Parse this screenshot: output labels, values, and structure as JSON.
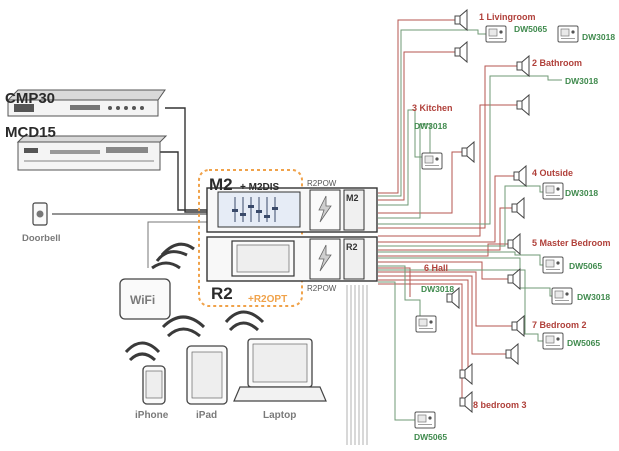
{
  "sources": {
    "cmp30": "CMP30",
    "mcd15": "MCD15",
    "doorbell": "Doorbell",
    "wifi": "WiFi",
    "iphone": "iPhone",
    "ipad": "iPad",
    "laptop": "Laptop"
  },
  "hub": {
    "m2": "M2",
    "m2_sub": "+ M2DIS",
    "r2": "R2",
    "r2_sub": "+R2OPT",
    "pow1": "R2POW",
    "pow2": "R2POW",
    "slot_m2": "M2",
    "slot_r2": "R2"
  },
  "rooms": [
    {
      "id": "livingroom",
      "label": "1 Livingroom"
    },
    {
      "id": "bathroom",
      "label": "2 Bathroom"
    },
    {
      "id": "kitchen",
      "label": "3 Kitchen"
    },
    {
      "id": "outside",
      "label": "4 Outside"
    },
    {
      "id": "master",
      "label": "5 Master Bedroom"
    },
    {
      "id": "hall",
      "label": "6 Hall"
    },
    {
      "id": "bedroom2",
      "label": "7 Bedroom 2"
    },
    {
      "id": "bedroom3",
      "label": "8 bedroom 3"
    }
  ],
  "panels": [
    {
      "label": "DW5065"
    },
    {
      "label": "DW3018"
    },
    {
      "label": "DW3018"
    },
    {
      "label": "DW3018"
    },
    {
      "label": "DW3018"
    },
    {
      "label": "DW5065"
    },
    {
      "label": "DW3018"
    },
    {
      "label": "DW3018"
    },
    {
      "label": "DW5065"
    },
    {
      "label": "DW5065"
    }
  ],
  "colors": {
    "wire_red": "#b5544f",
    "wire_green": "#6f9a74",
    "wire_grey": "#a9a9a9",
    "accent_orange": "#f0a24a",
    "label_red": "#b0403a",
    "label_green": "#3f8a4d",
    "label_grey": "#7a7a7a",
    "device_dark": "#2b2b2b"
  }
}
